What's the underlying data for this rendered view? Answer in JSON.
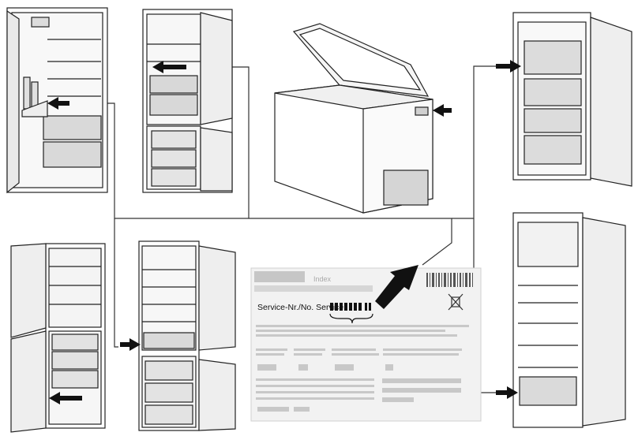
{
  "label": {
    "index": "Index",
    "service_line": "Service-Nr./No. Service"
  },
  "appliances": [
    {
      "id": "larder-fridge-door-open-left"
    },
    {
      "id": "fridge-freezer-door-open"
    },
    {
      "id": "chest-freezer-lid-open"
    },
    {
      "id": "upright-freezer-door-open"
    },
    {
      "id": "wine-cabinet-combination"
    },
    {
      "id": "fridge-freezer-bottom-drawers"
    },
    {
      "id": "fridge-with-top-freezer"
    }
  ],
  "colors": {
    "line": "#222222",
    "label_gray": "#c8c8c8",
    "label_bg": "#f1f1f1",
    "arrow": "#111111"
  }
}
